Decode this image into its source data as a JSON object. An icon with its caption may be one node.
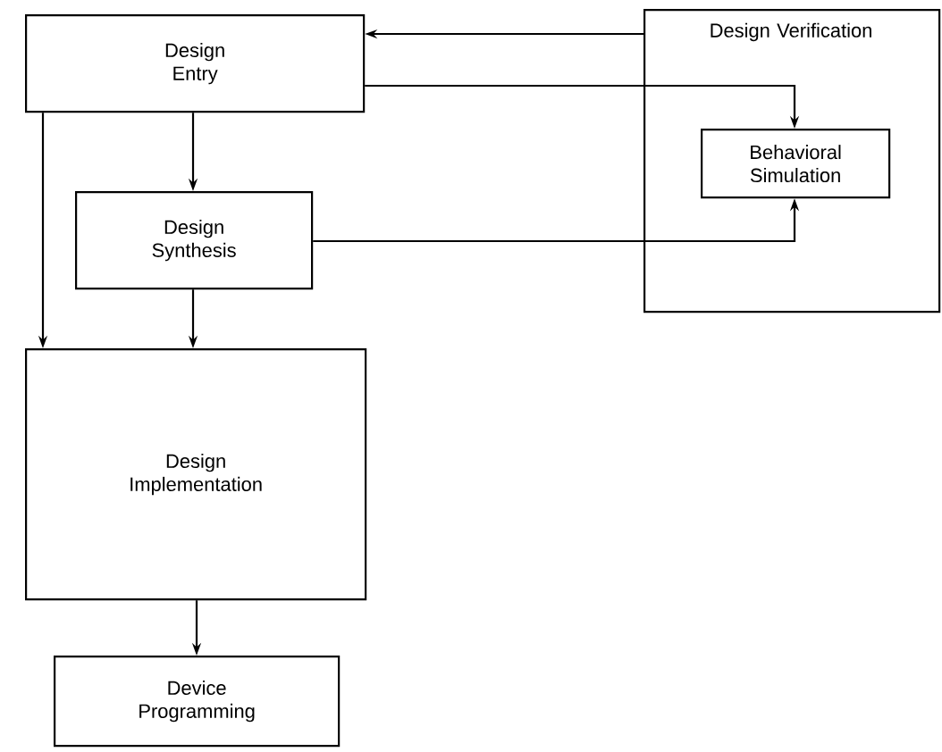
{
  "diagram": {
    "nodes": [
      {
        "text": [
          "Design Entry"
        ]
      },
      {
        "text": [
          "Design Verification"
        ]
      },
      {
        "text": [
          "Behavioral Simulation"
        ],
        "in": 1
      },
      {
        "text": [
          "Design Synthesis"
        ]
      },
      {
        "text": [
          "Design Implementation"
        ]
      },
      {
        "text": [
          "Device Programming"
        ]
      }
    ],
    "edges": [
      {
        "from": 1,
        "to": 0,
        "arrow": "to"
      },
      {
        "from": 0,
        "to": 2,
        "arrow": "to"
      },
      {
        "from": 0,
        "to": 3,
        "arrow": "to"
      },
      {
        "from": 3,
        "to": 2,
        "arrow": "to"
      },
      {
        "from": 0,
        "to": 4,
        "arrow": "to"
      },
      {
        "from": 3,
        "to": 4,
        "arrow": "to"
      },
      {
        "from": 4,
        "to": 5,
        "arrow": "to"
      }
    ]
  }
}
